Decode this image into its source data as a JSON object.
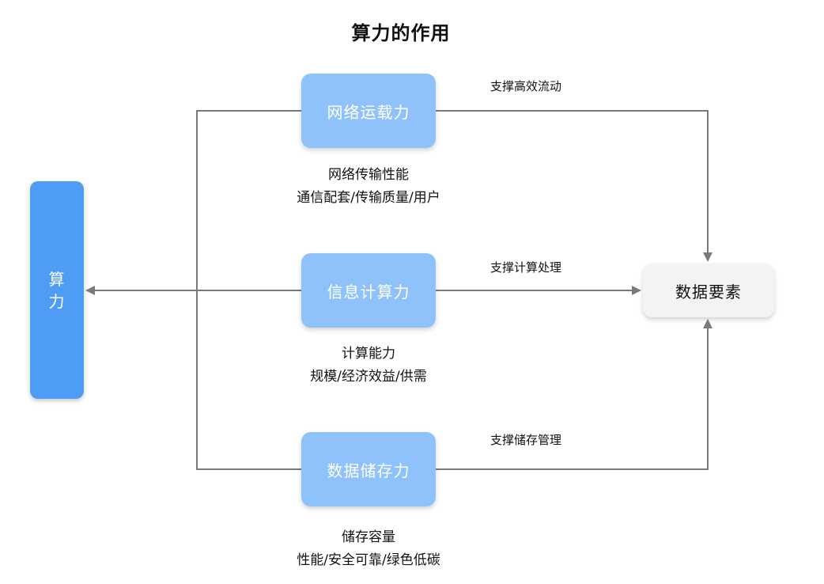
{
  "title": "算力的作用",
  "nodes": {
    "compute": {
      "label_line1": "算",
      "label_line2": "力"
    },
    "network": {
      "label": "网络运载力"
    },
    "info": {
      "label": "信息计算力"
    },
    "storage": {
      "label": "数据储存力"
    },
    "data": {
      "label": "数据要素"
    }
  },
  "captions": {
    "network": {
      "line1": "网络传输性能",
      "line2": "通信配套/传输质量/用户"
    },
    "info": {
      "line1": "计算能力",
      "line2": "规模/经济效益/供需"
    },
    "storage": {
      "line1": "储存容量",
      "line2": "性能/安全可靠/绿色低碳"
    }
  },
  "edge_labels": {
    "network": "支撑高效流动",
    "info": "支撑计算处理",
    "storage": "支撑储存管理"
  },
  "colors": {
    "main_node": "#4f9cf7",
    "sub_node": "#8fc2fb",
    "target_node": "#f3f3f3",
    "connector": "#7a7a7a"
  }
}
